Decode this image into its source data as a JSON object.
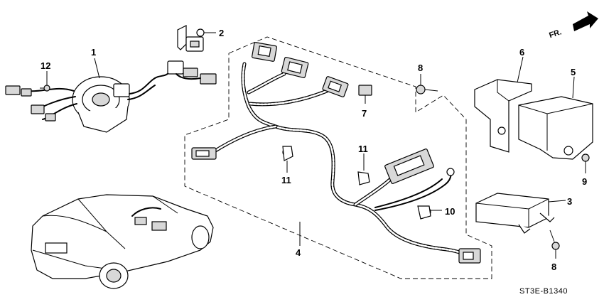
{
  "diagram": {
    "callouts": {
      "c1": "1",
      "c2": "2",
      "c3": "3",
      "c4": "4",
      "c5": "5",
      "c6": "6",
      "c7": "7",
      "c8a": "8",
      "c8b": "8",
      "c9": "9",
      "c10": "10",
      "c11a": "11",
      "c11b": "11",
      "c12": "12"
    },
    "direction_label": "FR.",
    "diagram_code": "ST3E-B1340"
  }
}
